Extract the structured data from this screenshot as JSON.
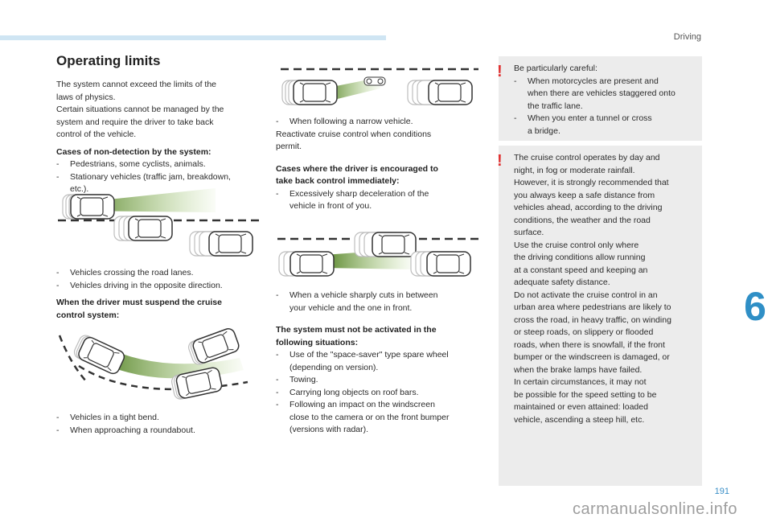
{
  "header": {
    "section": "Driving",
    "chapter": "6",
    "page": "191"
  },
  "watermark": "carmanualsonline.info",
  "title": "Operating limits",
  "intro": [
    "The system cannot exceed the limits of the",
    "laws of physics.",
    "Certain situations cannot be managed by the",
    "system and require the driver to take back",
    "control of the vehicle."
  ],
  "nondetection": {
    "heading": "Cases of non-detection by the system:",
    "items": [
      [
        "Pedestrians, some cyclists, animals."
      ],
      [
        "Stationary vehicles (traffic jam, breakdown,",
        "etc.)."
      ]
    ],
    "items2": [
      [
        "Vehicles crossing the road lanes."
      ],
      [
        "Vehicles driving in the opposite direction."
      ]
    ]
  },
  "suspend": {
    "heading": [
      "When the driver must suspend the cruise",
      "control system:"
    ],
    "items": [
      [
        "Vehicles in a tight bend."
      ],
      [
        "When approaching a roundabout."
      ]
    ]
  },
  "narrow": {
    "item": "When following a narrow vehicle.",
    "reactivate": [
      "Reactivate cruise control when conditions",
      "permit."
    ]
  },
  "encouraged": {
    "heading": [
      "Cases where the driver is encouraged to",
      "take back control immediately:"
    ],
    "items": [
      [
        "Excessively sharp deceleration of the",
        "vehicle in front of you."
      ]
    ],
    "cutin": [
      "When a vehicle sharply cuts in between",
      "your vehicle and the one in front."
    ]
  },
  "notactivated": {
    "heading": [
      "The system must not be activated in the",
      "following situations:"
    ],
    "items": [
      [
        "Use of the \"space-saver\" type spare wheel",
        "(depending on version)."
      ],
      [
        "Towing."
      ],
      [
        "Carrying long objects on roof bars."
      ],
      [
        "Following an impact on the windscreen",
        "close to the camera or on the front bumper",
        "(versions with radar)."
      ]
    ]
  },
  "warning1": {
    "lead": "Be particularly careful:",
    "items": [
      [
        "When motorcycles are present and",
        "when there are vehicles staggered onto",
        "the traffic lane."
      ],
      [
        "When you enter a tunnel or cross",
        "a bridge."
      ]
    ]
  },
  "warning2": {
    "lines": [
      "The cruise control operates by day and",
      "night, in fog or moderate rainfall.",
      "However, it is strongly recommended that",
      "you always keep a safe distance from",
      "vehicles ahead, according to the driving",
      "conditions, the weather and the road",
      "surface.",
      "Use the cruise control only where",
      "the driving conditions allow running",
      "at a constant speed and keeping an",
      "adequate safety distance.",
      "Do not activate the cruise control in an",
      "urban area where pedestrians are likely to",
      "cross the road, in heavy traffic, on winding",
      "or steep roads, on slippery or flooded",
      "roads, when there is snowfall, if the front",
      "bumper or the windscreen is damaged, or",
      "when the brake lamps have failed.",
      "In certain circumstances, it may not",
      "be possible for the speed setting to be",
      "maintained or even attained: loaded",
      "vehicle, ascending a steep hill, etc."
    ]
  },
  "colors": {
    "accent": "#2f8fc6",
    "warning": "#e03232",
    "box": "#ececec",
    "beam": "#5a8f2a"
  }
}
